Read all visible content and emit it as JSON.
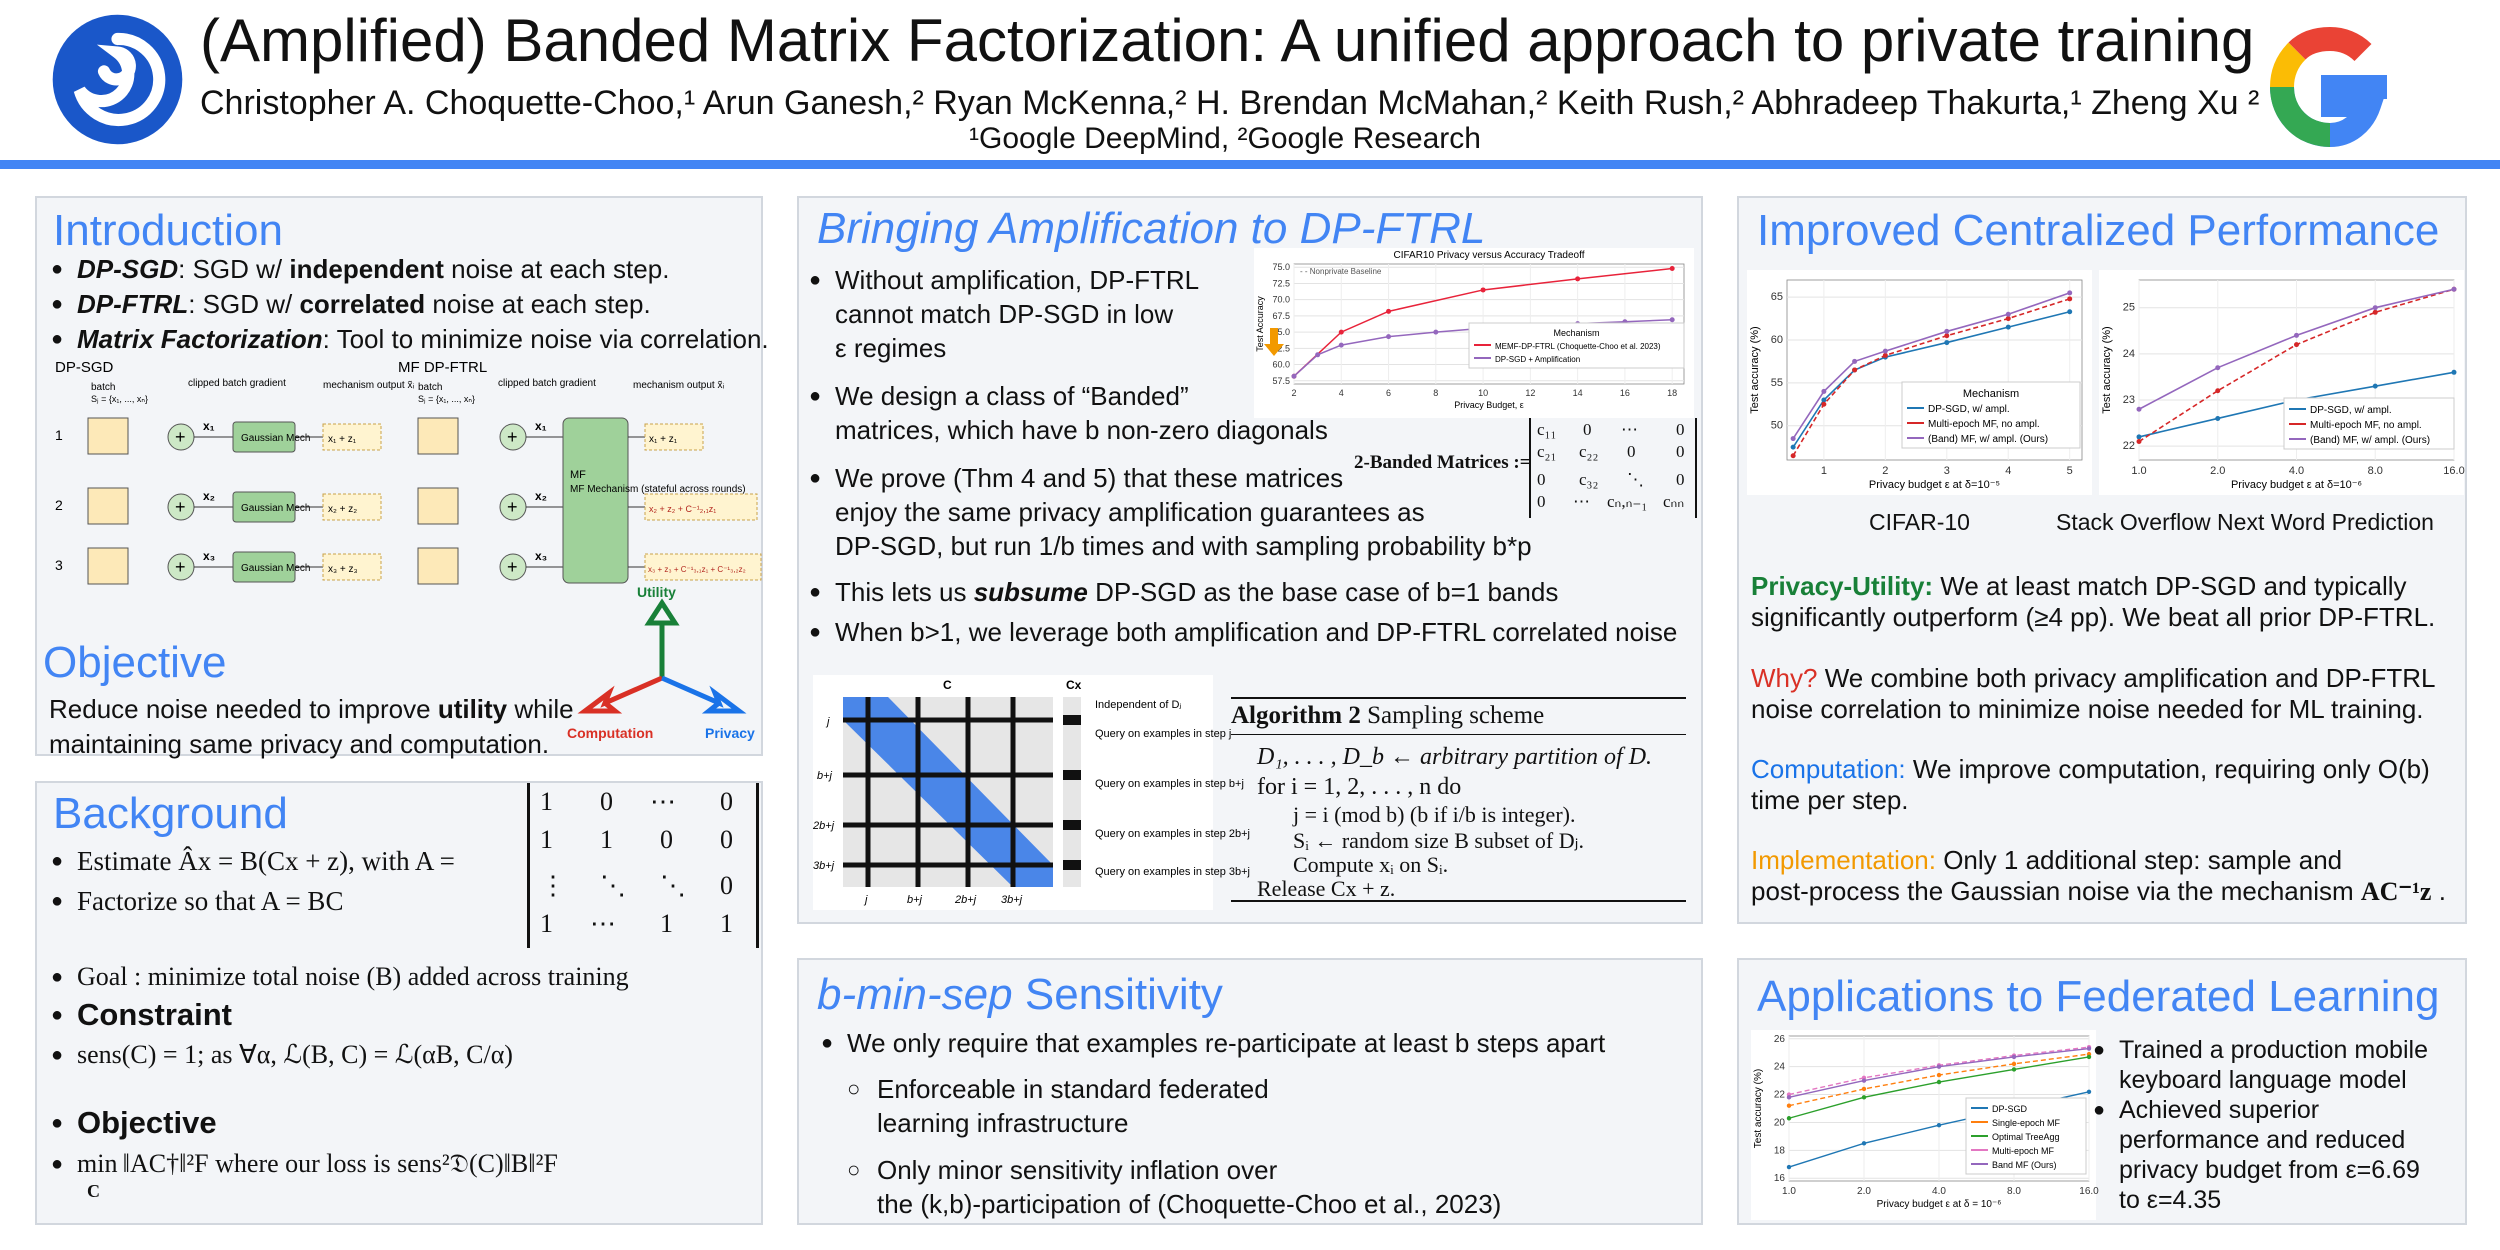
{
  "header": {
    "title": "(Amplified) Banded Matrix Factorization: A unified approach to private training",
    "authors": "Christopher A. Choquette-Choo,¹ Arun Ganesh,² Ryan McKenna,² H. Brendan McMahan,² Keith Rush,² Abhradeep Thakurta,¹ Zheng Xu ²",
    "affiliations": "¹Google DeepMind, ²Google Research",
    "left_logo_icon": "deepmind-logo-icon",
    "right_logo_icon": "google-g-logo-icon",
    "accent_color": "#4285f4"
  },
  "intro": {
    "title": "Introduction",
    "bullets": [
      {
        "term": "DP-SGD",
        "pre": ": SGD w/ ",
        "bold": "independent",
        "post": " noise at each step."
      },
      {
        "term": "DP-FTRL",
        "pre": ": SGD w/ ",
        "bold": "correlated",
        "post": " noise at each step."
      },
      {
        "term": "Matrix Factorization",
        "pre": ": Tool to minimize noise via correlation.",
        "bold": "",
        "post": ""
      }
    ],
    "fig": {
      "left_title": "DP-SGD",
      "right_title": "MF DP-FTRL",
      "batch": "batch",
      "batch_sub": "Sⱼ = {x₁, ..., xₙ}",
      "clipped": "clipped batch gradient",
      "mech_out": "mechanism output x̃ᵢ",
      "gauss": "Gaussian Mech",
      "mf_mech": "MF Mechanism (stateful across rounds)",
      "rows": [
        "1",
        "2",
        "3"
      ],
      "xs": [
        "x₁",
        "x₂",
        "x₃"
      ],
      "sgd_out": [
        "x₁ + z₁",
        "x₂ + z₂",
        "x₃ + z₃"
      ],
      "mf_out": [
        "x₁ + z₁",
        "x₂ + z₂ + C⁻¹₂,₁z₁",
        "x₃ + z₃ + C⁻¹₃,₁z₁ + C⁻¹₃,₂z₂"
      ]
    },
    "tri": {
      "utility": "Utility",
      "computation": "Computation",
      "privacy": "Privacy"
    },
    "objective_title": "Objective",
    "objective_text_1_pre": "Reduce noise needed to improve ",
    "objective_text_1_bold": "utility",
    "objective_text_1_post": " while",
    "objective_text_2": "maintaining same privacy and computation."
  },
  "background": {
    "title": "Background",
    "estimate": "Estimate Âx = B(Cx + z), with A =",
    "factorize": "Factorize so that A = BC",
    "matrix_rows": [
      [
        "1",
        "0",
        "⋯",
        "0"
      ],
      [
        "1",
        "1",
        "0",
        "0"
      ],
      [
        "⋮",
        "⋱",
        "⋱",
        "0"
      ],
      [
        "1",
        "⋯",
        "1",
        "1"
      ]
    ],
    "goal": "Goal : minimize total noise (B) added across training",
    "constraint_title": "Constraint",
    "constraint": "sens(C) = 1;     as ∀α,  ℒ(B, C) = ℒ(αB, C/α)",
    "objective_title": "Objective",
    "objective": "min ‖AC†‖²F  where our loss is sens²𝔇(C)‖B‖²F",
    "objective_sub": "C"
  },
  "amp": {
    "title": "Bringing Amplification to DP-FTRL",
    "b1": [
      "Without amplification, DP-FTRL",
      "cannot match DP-SGD in low",
      "ε regimes"
    ],
    "b2": [
      "We design a class of “Banded”",
      "matrices, which have b non-zero diagonals"
    ],
    "b3": [
      "We prove (Thm 4 and 5) that these matrices",
      "enjoy the same privacy amplification guarantees as",
      "DP-SGD, but run 1/b times and with sampling probability b*p"
    ],
    "b4_pre": "This lets us ",
    "b4_bold": "subsume",
    "b4_post": " DP-SGD as the base case of b=1 bands",
    "b5": "When b>1, we leverage both amplification and DP-FTRL correlated noise",
    "banded_label": "2-Banded Matrices :=",
    "banded_rows": [
      [
        "c₁₁",
        "0",
        "⋯",
        "0"
      ],
      [
        "c₂₁",
        "c₂₂",
        "0",
        "0"
      ],
      [
        "0",
        "c₃₂",
        "⋱",
        "0"
      ],
      [
        "0",
        "⋯",
        "cₙ,ₙ₋₁",
        "cₙₙ"
      ]
    ],
    "band_fig": {
      "c_label": "C",
      "cx_label": "Cx",
      "row_labels": [
        "j",
        "b+j",
        "2b+j",
        "3b+j"
      ],
      "col_labels": [
        "j",
        "b+j",
        "2b+j",
        "3b+j"
      ],
      "notes": [
        "Independent of Dⱼ",
        "Query on examples in step j",
        "Query on examples in step b+j",
        "Query on examples in step 2b+j",
        "Query on examples in step 3b+j"
      ]
    },
    "algo": {
      "title_bold": "Algorithm 2",
      "title": " Sampling scheme",
      "lines": [
        "D₁, . . . , D_b ← arbitrary partition of D.",
        "for i = 1, 2, . . . , n do",
        "j = i  (mod b) (b if i/b is integer).",
        "Sᵢ ← random size B subset of Dⱼ.",
        "Compute xᵢ on Sᵢ.",
        "Release Cx + z."
      ]
    }
  },
  "sens": {
    "title_it": "b-min-sep",
    "title_rest": " Sensitivity",
    "b1": "We only require that examples re-participate at least b steps apart",
    "c1": [
      "Enforceable in standard federated",
      "learning infrastructure"
    ],
    "c2a": "Only minor sensitivity inflation over",
    "c2b": "the (k,b)-participation of (Choquette-Choo et al., 2023)"
  },
  "central": {
    "title": "Improved Centralized Performance",
    "caption_left": "CIFAR-10",
    "caption_right": "Stack Overflow Next Word Prediction",
    "p1_label": "Privacy-Utility:",
    "p1_a": " We at least match DP-SGD and typically",
    "p1_b": "significantly outperform (≥4 pp). We beat all prior DP-FTRL.",
    "p2_label": "Why?",
    "p2_a": " We combine both privacy amplification and DP-FTRL",
    "p2_b": "noise correlation to minimize noise needed for ML training.",
    "p3_label": "Computation:",
    "p3_a": " We improve computation, requiring only O(b)",
    "p3_b": "time per step.",
    "p4_label": "Implementation:",
    "p4_a": " Only 1 additional step: sample and",
    "p4_b": "post-process the Gaussian noise via the mechanism ",
    "p4_math": "AC⁻¹z",
    "colors": {
      "green": "#188038",
      "red": "#d93025",
      "blue": "#1a73e8",
      "orange": "#f29900"
    }
  },
  "fed": {
    "title": "Applications to Federated Learning",
    "b1": [
      "Trained a  production mobile",
      "keyboard language model"
    ],
    "b2": [
      "Achieved superior",
      "performance and reduced",
      "privacy budget from ε=6.69",
      "to ε=4.35"
    ]
  },
  "chart_data": [
    {
      "type": "line",
      "title": "CIFAR10 Privacy versus Accuracy Tradeoff",
      "xlabel": "Privacy Budget, ε",
      "ylabel": "Test Accuracy",
      "xlim": [
        2,
        18.5
      ],
      "ylim": [
        57,
        75.5
      ],
      "xticks": [
        2,
        4,
        6,
        8,
        10,
        12,
        14,
        16,
        18
      ],
      "yticks": [
        57.5,
        60.0,
        62.5,
        65.0,
        67.5,
        70.0,
        72.5,
        75.0
      ],
      "baseline_label": "Nonprivate Baseline",
      "legend_title": "Mechanism",
      "series": [
        {
          "name": "MEMF-DP-FTRL (Choquette-Choo et al. 2023)",
          "color": "#e8233a",
          "x": [
            2,
            4,
            6,
            10,
            14,
            18
          ],
          "y": [
            58.2,
            65,
            68.2,
            71.5,
            73.2,
            74.8
          ]
        },
        {
          "name": "DP-SGD + Amplification",
          "color": "#9467bd",
          "x": [
            2,
            3,
            4,
            6,
            8,
            10,
            12,
            14,
            16,
            18
          ],
          "y": [
            58.2,
            61.5,
            63,
            64.3,
            65,
            65.6,
            66,
            66.3,
            66.6,
            66.9
          ]
        }
      ]
    },
    {
      "type": "line",
      "xlabel": "Privacy budget ε at δ=10⁻⁵",
      "ylabel": "Test accuracy (%)",
      "xlim": [
        0.4,
        5.2
      ],
      "ylim": [
        46,
        67
      ],
      "xticks": [
        1,
        2,
        3,
        4,
        5
      ],
      "yticks": [
        50,
        55,
        60,
        65
      ],
      "legend_title": "Mechanism",
      "series": [
        {
          "name": "DP-SGD, w/ ampl.",
          "color": "#1f77b4",
          "x": [
            0.5,
            1,
            1.5,
            2,
            3,
            4,
            5
          ],
          "y": [
            47.5,
            53,
            56.5,
            58,
            59.7,
            61.5,
            63.3
          ]
        },
        {
          "name": "Multi-epoch MF, no ampl.",
          "color": "#d62728",
          "x": [
            0.5,
            1,
            1.5,
            2,
            3,
            4,
            5
          ],
          "y": [
            46.5,
            52.5,
            56.5,
            58.2,
            60.5,
            62.5,
            64.8
          ]
        },
        {
          "name": "(Band) MF, w/ ampl. (Ours)",
          "color": "#9467bd",
          "x": [
            0.5,
            1,
            1.5,
            2,
            3,
            4,
            5
          ],
          "y": [
            48.5,
            54,
            57.5,
            58.7,
            61,
            63,
            65.5
          ]
        }
      ]
    },
    {
      "type": "line",
      "xlabel": "Privacy budget ε at δ=10⁻⁶",
      "ylabel": "Test accuracy (%)",
      "xscale": "log2",
      "xlim": [
        1,
        16
      ],
      "ylim": [
        21.7,
        25.6
      ],
      "xticks": [
        1.0,
        2.0,
        4.0,
        8.0,
        16.0
      ],
      "yticks": [
        22,
        23,
        24,
        25
      ],
      "series": [
        {
          "name": "DP-SGD, w/ ampl.",
          "color": "#1f77b4",
          "x": [
            1,
            2,
            4,
            8,
            16
          ],
          "y": [
            22.2,
            22.6,
            23.0,
            23.3,
            23.6
          ]
        },
        {
          "name": "Multi-epoch MF, no ampl.",
          "color": "#d62728",
          "x": [
            1,
            2,
            4,
            8,
            16
          ],
          "y": [
            22.1,
            23.2,
            24.2,
            24.9,
            25.4
          ]
        },
        {
          "name": "(Band) MF, w/ ampl. (Ours)",
          "color": "#9467bd",
          "x": [
            1,
            2,
            4,
            8,
            16
          ],
          "y": [
            22.8,
            23.7,
            24.4,
            25.0,
            25.4
          ]
        }
      ]
    },
    {
      "type": "line",
      "xlabel": "Privacy budget ε at δ = 10⁻⁶",
      "ylabel": "Test accuracy (%)",
      "xscale": "log2",
      "xlim": [
        1,
        16
      ],
      "ylim": [
        15.8,
        26.2
      ],
      "xticks": [
        1.0,
        2.0,
        4.0,
        8.0,
        16.0
      ],
      "yticks": [
        16,
        18,
        20,
        22,
        24,
        26
      ],
      "series": [
        {
          "name": "DP-SGD",
          "color": "#1f77b4",
          "x": [
            1,
            2,
            4,
            8,
            16
          ],
          "y": [
            16.8,
            18.5,
            19.8,
            21.0,
            22.2
          ]
        },
        {
          "name": "Single-epoch MF",
          "color": "#ff7f0e",
          "x": [
            1,
            2,
            4,
            8,
            16
          ],
          "y": [
            21.2,
            22.4,
            23.4,
            24.2,
            24.9
          ]
        },
        {
          "name": "Optimal TreeAgg",
          "color": "#2ca02c",
          "x": [
            1,
            2,
            4,
            8,
            16
          ],
          "y": [
            20.3,
            21.8,
            22.9,
            23.8,
            24.7
          ]
        },
        {
          "name": "Multi-epoch MF",
          "color": "#e377c2",
          "x": [
            1,
            2,
            4,
            8,
            16
          ],
          "y": [
            22.0,
            23.2,
            24.1,
            24.8,
            25.4
          ]
        },
        {
          "name": "Band MF (Ours)",
          "color": "#9467bd",
          "x": [
            1,
            2,
            4,
            8,
            16
          ],
          "y": [
            21.8,
            23.0,
            24.0,
            24.7,
            25.3
          ]
        }
      ]
    }
  ]
}
